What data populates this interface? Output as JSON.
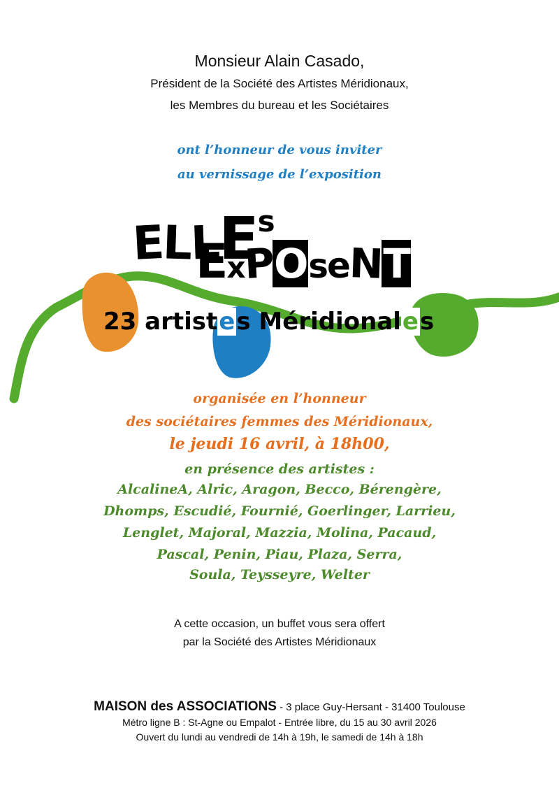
{
  "header": {
    "line1": "Monsieur Alain Casado,",
    "line2": "Président de la Société des Artistes Méridionaux,",
    "line3": "les Membres du bureau et les Sociétaires"
  },
  "invite": {
    "line1": "ont l’honneur de vous inviter",
    "line2": "au vernissage de l’exposition"
  },
  "title": {
    "word1_letters": [
      "E",
      "L",
      "L",
      "E",
      "s"
    ],
    "word2_letters": [
      "E",
      "x",
      "P",
      "O",
      "s",
      "e",
      "N",
      "T"
    ],
    "subtitle_parts": [
      "23 artist",
      "e",
      "s Méridional",
      "e",
      "s"
    ]
  },
  "details": {
    "line1": "organisée en l’honneur",
    "line2": "des sociétaires femmes des Méridionaux,",
    "line3": "le jeudi 16 avril, à 18h00,"
  },
  "artists": {
    "intro": "en présence des artistes :",
    "lines": [
      "AlcalineA, Alric, Aragon, Becco, Bérengère,",
      "Dhomps, Escudié, Fournié, Goerlinger, Larrieu,",
      "Lenglet, Majoral, Mazzia, Molina, Pacaud,",
      "Pascal, Penin, Piau, Plaza, Serra,",
      "Soula, Teysseyre, Welter"
    ]
  },
  "buffet": {
    "line1": "A cette occasion, un buffet vous sera offert",
    "line2": "par la Société des Artistes Méridionaux"
  },
  "venue": {
    "name": "MAISON des ASSOCIATIONS",
    "address": " - 3 place Guy-Hersant - 31400 Toulouse",
    "line2": "Métro ligne B : St-Agne ou Empalot - Entrée libre, du 15 au 30 avril 2026",
    "line3": "Ouvert du lundi au vendredi de  14h à 19h,  le samedi de 14h à 18h"
  },
  "colors": {
    "green": "#55ab2e",
    "orange": "#e9912f",
    "blue": "#1f7fc4",
    "text_orange": "#e76e1c",
    "text_green": "#4d8a2c"
  }
}
